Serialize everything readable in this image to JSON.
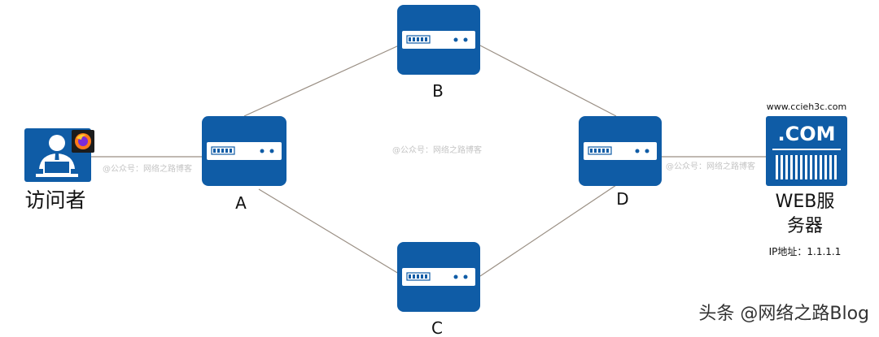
{
  "diagram": {
    "colors": {
      "device_blue": "#0f5ca6",
      "link_gray": "#9a8f84",
      "firefox_orange": "#ff7a1a"
    },
    "nodes": [
      {
        "id": "visitor",
        "label": "访问者",
        "icon": "user-at-laptop-icon"
      },
      {
        "id": "A",
        "label": "A",
        "icon": "router-icon"
      },
      {
        "id": "B",
        "label": "B",
        "icon": "router-icon"
      },
      {
        "id": "C",
        "label": "C",
        "icon": "router-icon"
      },
      {
        "id": "D",
        "label": "D",
        "icon": "router-icon"
      },
      {
        "id": "server",
        "label_line1": "WEB服",
        "label_line2": "务器",
        "icon": "com-server-icon"
      }
    ],
    "links": [
      {
        "from": "visitor",
        "to": "A"
      },
      {
        "from": "A",
        "to": "B"
      },
      {
        "from": "A",
        "to": "C"
      },
      {
        "from": "B",
        "to": "D"
      },
      {
        "from": "C",
        "to": "D"
      },
      {
        "from": "D",
        "to": "server"
      }
    ],
    "server": {
      "url": "www.ccieh3c.com",
      "icon_text": ".COM",
      "ip_text": "IP地址：1.1.1.1"
    },
    "watermarks": {
      "left": "@公众号：网络之路博客",
      "center": "@公众号：网络之路博客",
      "right": "@公众号：网络之路博客"
    },
    "footer_watermark": "头条 @网络之路Blog"
  }
}
